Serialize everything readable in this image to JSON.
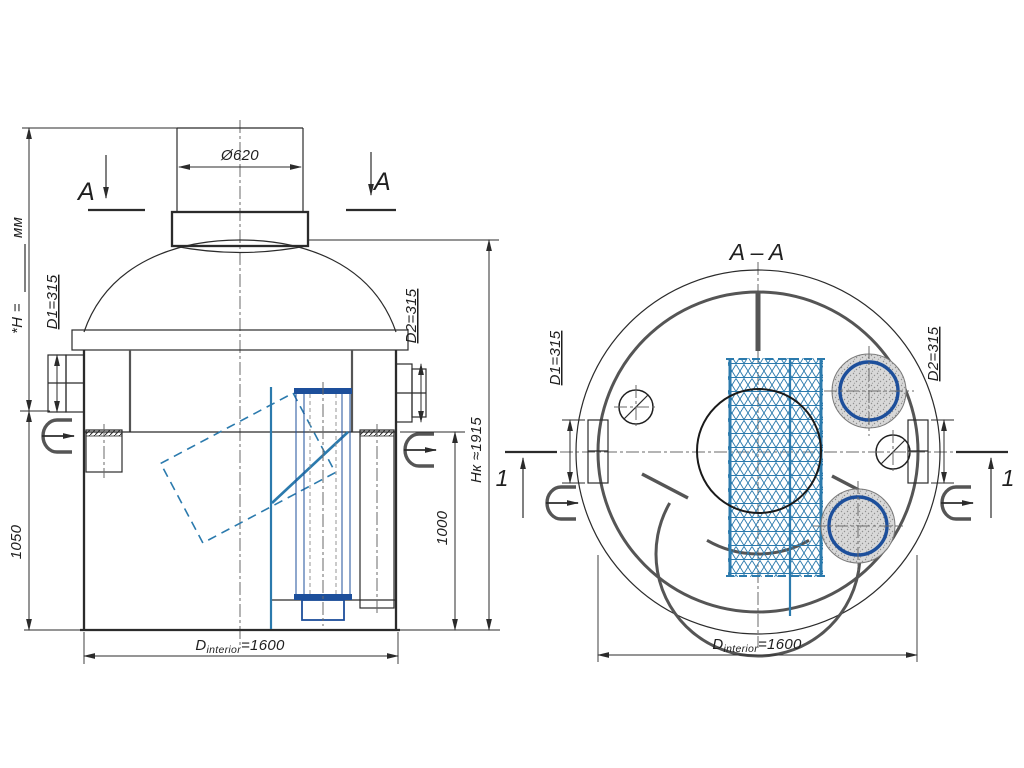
{
  "drawing_type": "technical engineering drawing - separator vessel, elevation and section views",
  "colors": {
    "background": "#ffffff",
    "linework": "#2b2b2b",
    "structure_gray": "#555555",
    "mesh_blue": "#2b7aad",
    "cartridge_blue": "#1d4f9b",
    "stipple_gray": "#909090"
  },
  "elevation": {
    "section_marker": "A",
    "neck_diameter": "Ø620",
    "fill_height_prefix": "*H =",
    "fill_height_units": "мм",
    "inlet_nozzle": "D1=315",
    "outlet_nozzle": "D2=315",
    "total_height": "Hк ≈1915",
    "inlet_depth": "1050",
    "outlet_depth": "1000",
    "interior_sym": "D",
    "interior_sub": "interior",
    "interior_val": "=1600"
  },
  "section": {
    "title": "A – A",
    "inlet_nozzle": "D1=315",
    "outlet_nozzle": "D2=315",
    "detail_marker_left": "1",
    "detail_marker_right": "1",
    "interior_sym": "D",
    "interior_sub": "interior",
    "interior_val": "=1600"
  }
}
